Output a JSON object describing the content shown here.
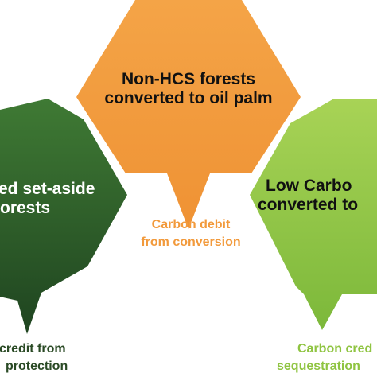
{
  "colors": {
    "orange": "#f29a3c",
    "dark_green": "#2a5a2a",
    "light_green": "#8fc441",
    "caption_orange": "#f29a3c",
    "caption_dark_green": "#2a4a25",
    "caption_light_green": "#8fc441"
  },
  "nodes": {
    "center": {
      "line1": "Non-HCS forests",
      "line2": "converted to oil palm",
      "caption1": "Carbon debit",
      "caption2": "from conversion"
    },
    "left": {
      "line1": "ed set-aside",
      "line2": "orests",
      "caption1": "credit from",
      "caption2": "protection"
    },
    "right": {
      "line1": "Low Carbo",
      "line2": "converted to",
      "caption1": "Carbon cred",
      "caption2": "sequestration"
    }
  }
}
